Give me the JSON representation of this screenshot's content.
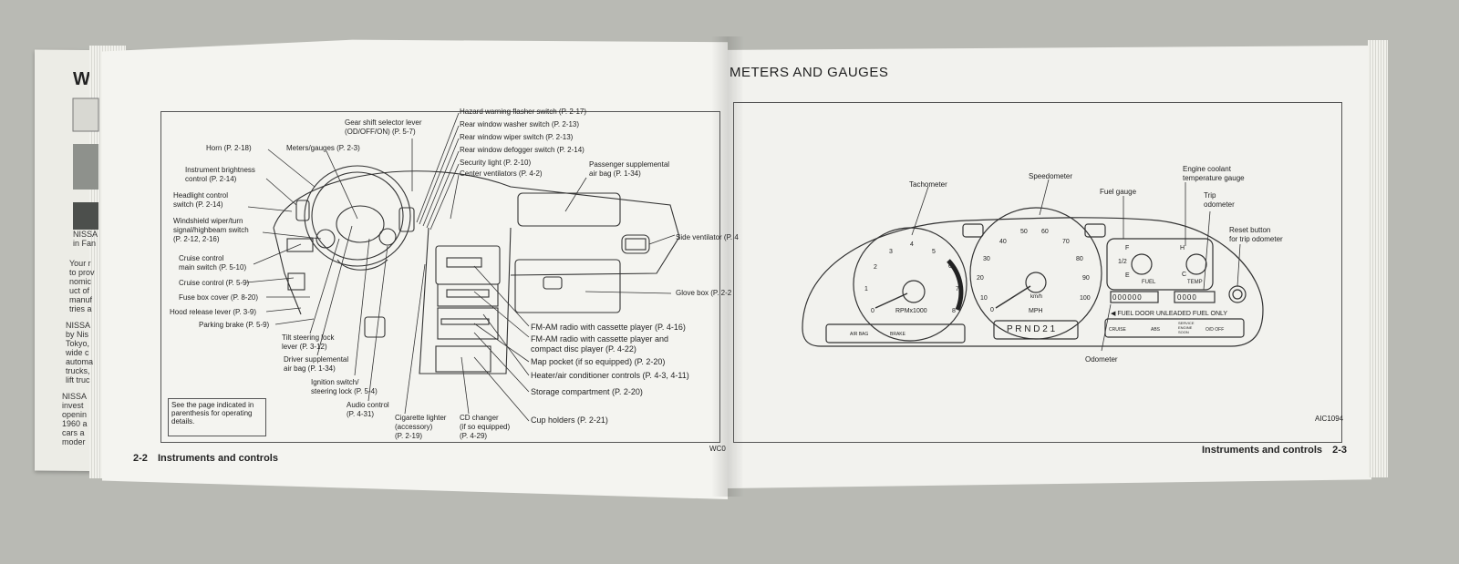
{
  "back_page": {
    "heading": "W",
    "nissa_caption": "NISSA",
    "fan_caption": "in Fan",
    "lines1": [
      "Your r",
      "to prov",
      "nomic",
      "uct of",
      "manuf",
      "tries a"
    ],
    "lines2": [
      "NISSA",
      "by Nis",
      "Tokyo,",
      "wide c",
      "automa",
      "trucks,",
      "lift truc"
    ],
    "lines3": [
      "NISSA",
      "invest",
      "openin",
      "1960 a",
      "cars a",
      "moder"
    ]
  },
  "left_page": {
    "labels": {
      "gear_shift": "Gear shift selector lever",
      "gear_shift_sub": "(OD/OFF/ON) (P. 5-7)",
      "horn": "Horn (P. 2-18)",
      "meters": "Meters/gauges (P. 2-3)",
      "brightness": "Instrument brightness",
      "brightness_sub": "control (P. 2-14)",
      "headlight": "Headlight control",
      "headlight_sub": "switch (P. 2-14)",
      "wiper": "Windshield wiper/turn",
      "wiper_sub": "signal/highbeam switch",
      "wiper_sub2": "(P. 2-12, 2-16)",
      "cruise_main": "Cruise control",
      "cruise_main_sub": "main switch (P. 5-10)",
      "cruise": "Cruise control (P. 5-9)",
      "fuse": "Fuse box cover (P. 8-20)",
      "hood": "Hood release lever (P. 3-9)",
      "parking": "Parking brake (P. 5-9)",
      "tilt": "Tilt steering lock",
      "tilt_sub": "lever (P. 3-12)",
      "driver_bag": "Driver supplemental",
      "driver_bag_sub": "air bag (P. 1-34)",
      "ignition": "Ignition switch/",
      "ignition_sub": "steering lock (P. 5-4)",
      "audio": "Audio control",
      "audio_sub": "(P. 4-31)",
      "cigarette": "Cigarette lighter",
      "cigarette_sub": "(accessory)",
      "cigarette_sub2": "(P. 2-19)",
      "cd": "CD changer",
      "cd_sub": "(if so equipped)",
      "cd_sub2": "(P. 4-29)",
      "hazard": "Hazard warning flasher switch (P. 2-17)",
      "rear_washer": "Rear window washer switch (P. 2-13)",
      "rear_wiper": "Rear window wiper switch (P. 2-13)",
      "rear_defogger": "Rear window defogger switch (P. 2-14)",
      "security": "Security light (P. 2-10)",
      "center_vent": "Center ventilators (P. 4-2)",
      "passenger_bag": "Passenger supplemental",
      "passenger_bag_sub": "air bag (P. 1-34)",
      "side_vent": "Side ventilator (P. 4",
      "glove": "Glove box (P. 2-2",
      "fm_cassette": "FM-AM radio with cassette player (P. 4-16)",
      "fm_cd": "FM-AM radio with cassette player and",
      "fm_cd_sub": "compact disc player (P. 4-22)",
      "map": "Map pocket (if so equipped) (P. 2-20)",
      "heater": "Heater/air conditioner controls (P. 4-3, 4-11)",
      "storage": "Storage compartment (P. 2-20)",
      "cup": "Cup holders (P. 2-21)"
    },
    "note": "See the page indicated in parenthesis for operating details.",
    "code_fragment": "WC0",
    "footer_num": "2-2",
    "footer_title": "Instruments and controls"
  },
  "right_page": {
    "heading": "METERS AND GAUGES",
    "labels": {
      "tachometer": "Tachometer",
      "speedometer": "Speedometer",
      "fuel_gauge": "Fuel gauge",
      "coolant": "Engine coolant",
      "coolant_sub": "temperature gauge",
      "trip": "Trip",
      "trip_sub": "odometer",
      "reset": "Reset button",
      "reset_sub": "for trip odometer",
      "odometer": "Odometer"
    },
    "cluster": {
      "rpm_label": "RPMx1000",
      "mph_label": "MPH",
      "kmh_label": "km/h",
      "fuel_label": "FUEL",
      "temp_label": "TEMP",
      "gear_indicator": "P R N D 2 1",
      "fuel_door_text": "◀ FUEL DOOR   UNLEADED FUEL ONLY",
      "odometer_digits": "000000",
      "trip_digits": "0000",
      "tach_ticks": [
        "0",
        "1",
        "2",
        "3",
        "4",
        "5",
        "6",
        "7",
        "8"
      ],
      "speed_ticks": [
        "0",
        "10",
        "20",
        "30",
        "40",
        "50",
        "60",
        "70",
        "80",
        "90",
        "100"
      ],
      "fuel_marks": [
        "F",
        "1/2",
        "E"
      ],
      "temp_marks": [
        "H",
        "C"
      ],
      "warning_left": [
        "AIR BAG",
        "BRAKE"
      ],
      "warning_right": [
        "CRUISE",
        "ABS",
        "SERVICE ENGINE SOON",
        "O/D OFF"
      ]
    },
    "code": "AIC1094",
    "footer_title": "Instruments and controls",
    "footer_num": "2-3"
  }
}
